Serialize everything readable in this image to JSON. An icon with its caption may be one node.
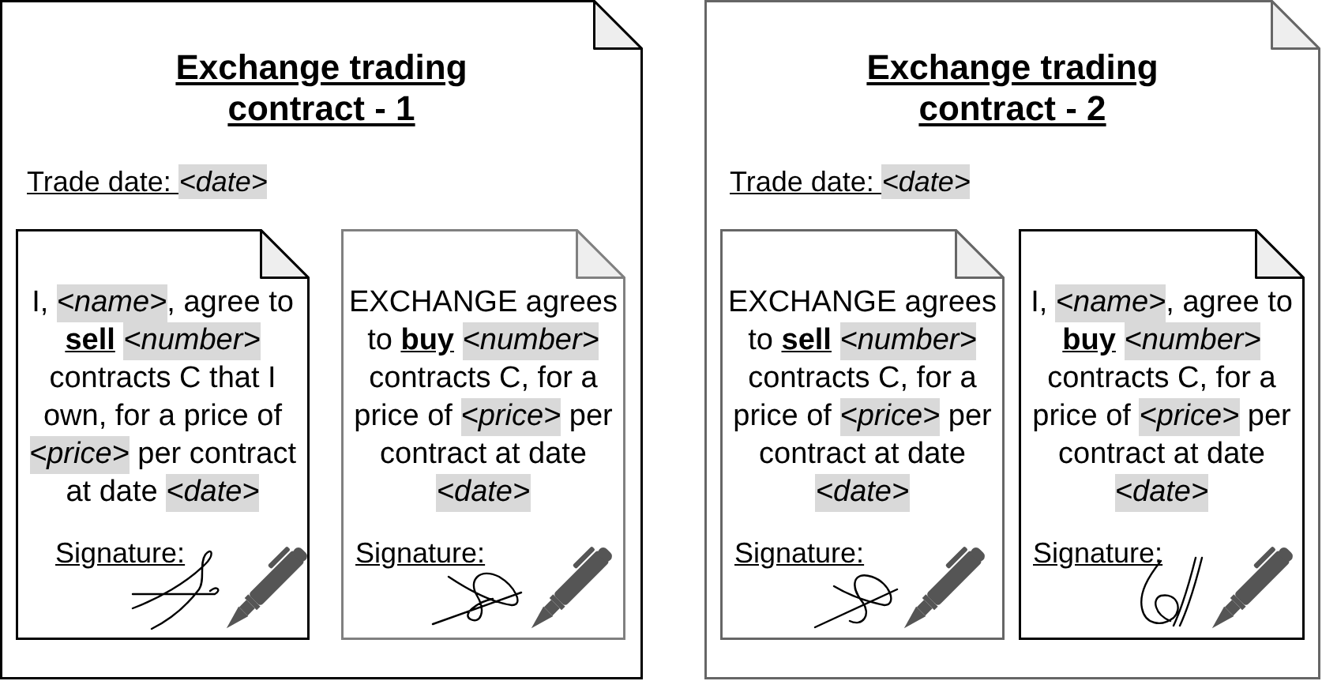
{
  "diagram": {
    "nodes": [
      {
        "text": [
          "Exchange trading contract - 1",
          "Trade date: *<date>*"
        ]
      },
      {
        "text": [
          "I, *<name>*, agree to **sell** *<number>* contracts C that I own, for a price of *<price>* per contract at date *<date>*",
          "Signature:"
        ],
        "in": 0
      },
      {
        "text": [
          "EXCHANGE agrees to **buy** *<number>* contracts C, for a price of *<price>* per contract at date *<date>*",
          "Signature:"
        ],
        "in": 0
      },
      {
        "text": [
          "Exchange trading contract - 2",
          "Trade date: *<date>*"
        ]
      },
      {
        "text": [
          "EXCHANGE agrees to **sell** *<number>* contracts C, for a price of *<price>* per contract at date *<date>*",
          "Signature:"
        ],
        "in": 3
      },
      {
        "text": [
          "I, *<name>*, agree to **buy** *<number>* contracts C, for a price of *<price>* per contract at date *<date>*",
          "Signature:"
        ],
        "in": 3
      }
    ],
    "edges": []
  }
}
